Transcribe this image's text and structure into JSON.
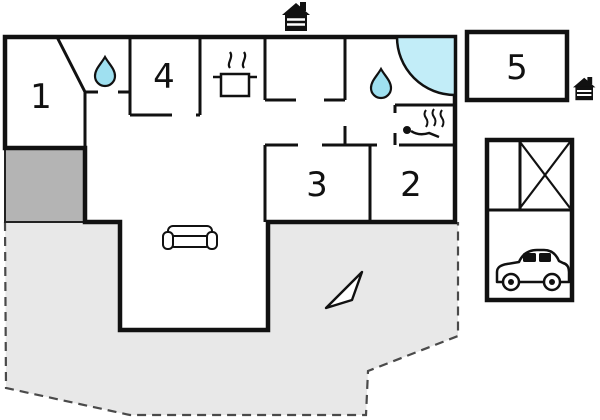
{
  "plan": {
    "type": "holiday-home-floor-plan",
    "rooms": {
      "r1": "1",
      "r2": "2",
      "r3": "3",
      "r4": "4",
      "r5": "5"
    }
  },
  "colors": {
    "garden": "#e8e8e8",
    "terrace": "#b4b4b4",
    "water": "#9fe0f0",
    "tub": "#c2edf8",
    "wall": "#111111"
  },
  "icons": {
    "chimney_top": "chimney",
    "chimney_right": "chimney",
    "water_drop_left": "water drop (bathroom)",
    "water_drop_right": "water drop (bathroom)",
    "stove": "pot on stove (kitchen)",
    "bathtub": "corner bathtub",
    "sauna": "sauna person with steam",
    "sofa": "sofa (living room)",
    "north_arrow": "direction arrow",
    "storage": "storage cross",
    "car": "car in carport"
  }
}
